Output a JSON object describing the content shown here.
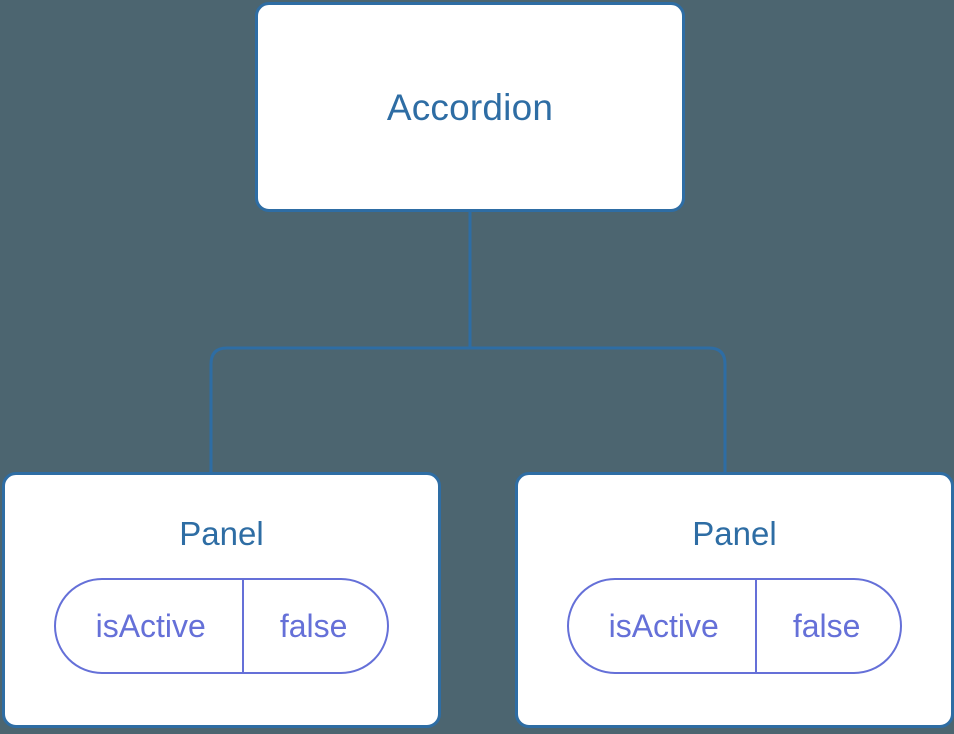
{
  "canvas": {
    "background_color": "#4c6570",
    "node_border_color": "#2e6da4",
    "node_fill_color": "#ffffff",
    "connector_color": "#2e6da4",
    "pill_color": "#6570d8",
    "title_text_color": "#2e6da4"
  },
  "tree": {
    "root": {
      "label": "Accordion"
    },
    "children": [
      {
        "label": "Panel",
        "state": {
          "key": "isActive",
          "value": "false"
        }
      },
      {
        "label": "Panel",
        "state": {
          "key": "isActive",
          "value": "false"
        }
      }
    ]
  }
}
